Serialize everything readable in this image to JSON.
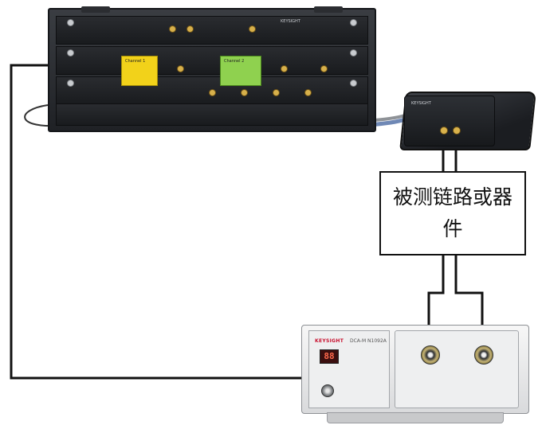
{
  "dut": {
    "label": "被测链路或器件"
  },
  "top_instrument": {
    "brand": "KEYSIGHT",
    "channel_1_label": "Channel 1",
    "channel_2_label": "Channel 2"
  },
  "remote_head": {
    "brand": "KEYSIGHT"
  },
  "bottom_instrument": {
    "brand": "KEYSIGHT",
    "model": "DCA-M  N1092A",
    "display_value": "88"
  },
  "colors": {
    "wire": "#111111",
    "cable_blue": "#6f88b5",
    "cable_grey": "#8e9297",
    "channel_yellow": "#f2d21a",
    "channel_green": "#8fd14f"
  }
}
